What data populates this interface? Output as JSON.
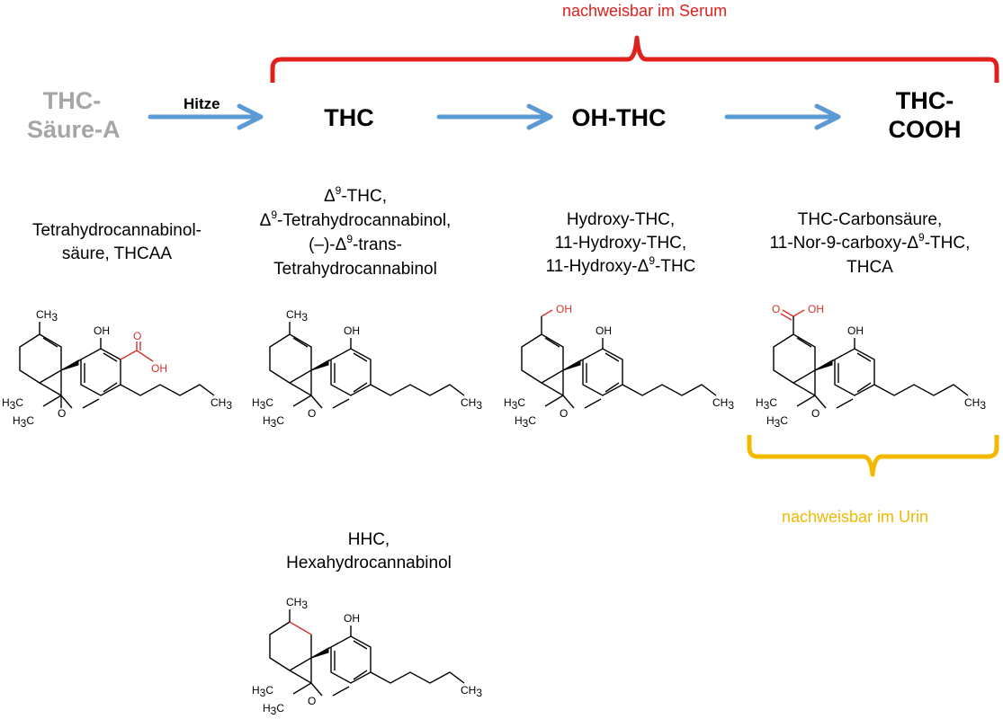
{
  "labels": {
    "serum": "nachweisbar im Serum",
    "urin": "nachweisbar im Urin",
    "hitze": "Hitze"
  },
  "headings": {
    "thca_line1": "THC-",
    "thca_line2": "Säure-A",
    "thc": "THC",
    "oh_thc": "OH-THC",
    "cooh_line1": "THC-",
    "cooh_line2": "COOH"
  },
  "names": {
    "thca": [
      "Tetrahydrocannabinol-",
      "säure, THCAA"
    ],
    "thc": {
      "l1_pre": "Δ",
      "l1_sup": "9",
      "l1_post": "-THC,",
      "l2_pre": "Δ",
      "l2_sup": "9",
      "l2_post": "-Tetrahydrocannabinol,",
      "l3_pre": "(–)-Δ",
      "l3_sup": "9",
      "l3_post": "-trans-",
      "l4": "Tetrahydrocannabinol"
    },
    "oh_thc": {
      "l1": "Hydroxy-THC,",
      "l2": "11-Hydroxy-THC,",
      "l3_pre": "11-Hydroxy-Δ",
      "l3_sup": "9",
      "l3_post": "-THC"
    },
    "cooh": {
      "l1": "THC-Carbonsäure,",
      "l2_pre": "11-Nor-9-carboxy-Δ",
      "l2_sup": "9",
      "l2_post": "-THC,",
      "l3": "THCA"
    },
    "hhc": [
      "HHC,",
      "Hexahydrocannabinol"
    ]
  },
  "atoms": {
    "ch3": "CH",
    "h3c": "H",
    "c": "C",
    "sub3": "3",
    "oh": "OH",
    "o": "O",
    "ho_carbonyl_o": "O"
  },
  "colors": {
    "arrow": "#5b9bd5",
    "serum_bracket": "#e0201c",
    "urin_bracket": "#f2b900",
    "grey_heading": "#a6a6a6",
    "highlight_atoms": "#d9312a"
  }
}
